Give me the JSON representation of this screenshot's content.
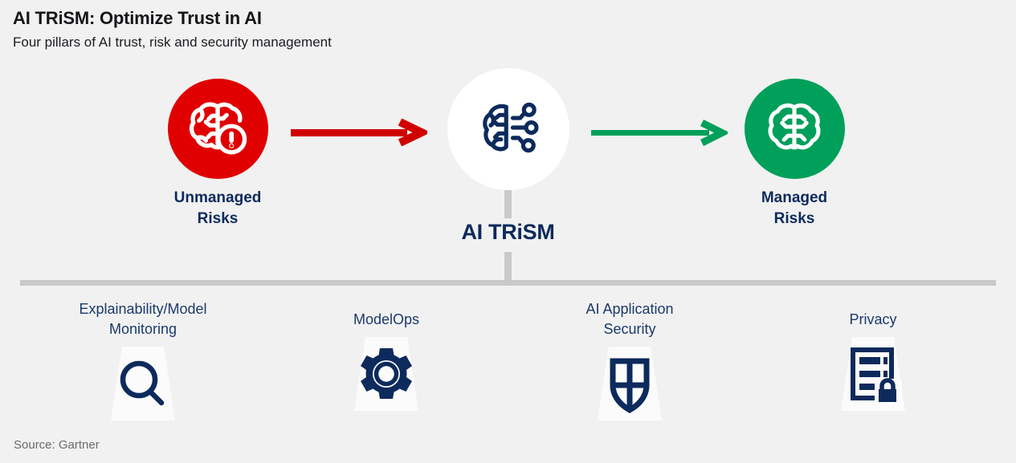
{
  "header": {
    "title": "AI TRiSM: Optimize Trust in AI",
    "subtitle": "Four pillars of AI trust, risk and security management"
  },
  "colors": {
    "background": "#f1f1f1",
    "navy": "#0d2a5c",
    "red": "#e00000",
    "green": "#00a05a",
    "gray_line": "#c9c9c9",
    "card_white": "#fbfbfb"
  },
  "flow": {
    "nodes": [
      {
        "id": "unmanaged-risks",
        "label": "Unmanaged\nRisks",
        "icon": "brain-warning-icon",
        "circle_color": "#e00000",
        "icon_color": "#ffffff"
      },
      {
        "id": "ai-trism",
        "label": "AI TRiSM",
        "icon": "brain-circuit-icon",
        "circle_color": "#ffffff",
        "icon_color": "#0d2a5c"
      },
      {
        "id": "managed-risks",
        "label": "Managed\nRisks",
        "icon": "brain-icon",
        "circle_color": "#00a05a",
        "icon_color": "#ffffff"
      }
    ],
    "arrows": [
      {
        "id": "arrow-unmanaged-to-trism",
        "direction": "right",
        "color": "#d10000"
      },
      {
        "id": "arrow-trism-to-managed",
        "direction": "right",
        "color": "#00a05a"
      }
    ]
  },
  "pillars": [
    {
      "label": "Explainability/Model\nMonitoring",
      "icon": "magnifier-icon"
    },
    {
      "label": "ModelOps",
      "icon": "gear-icon"
    },
    {
      "label": "AI Application\nSecurity",
      "icon": "shield-icon"
    },
    {
      "label": "Privacy",
      "icon": "document-lock-icon"
    }
  ],
  "footer": {
    "source": "Source: Gartner"
  }
}
